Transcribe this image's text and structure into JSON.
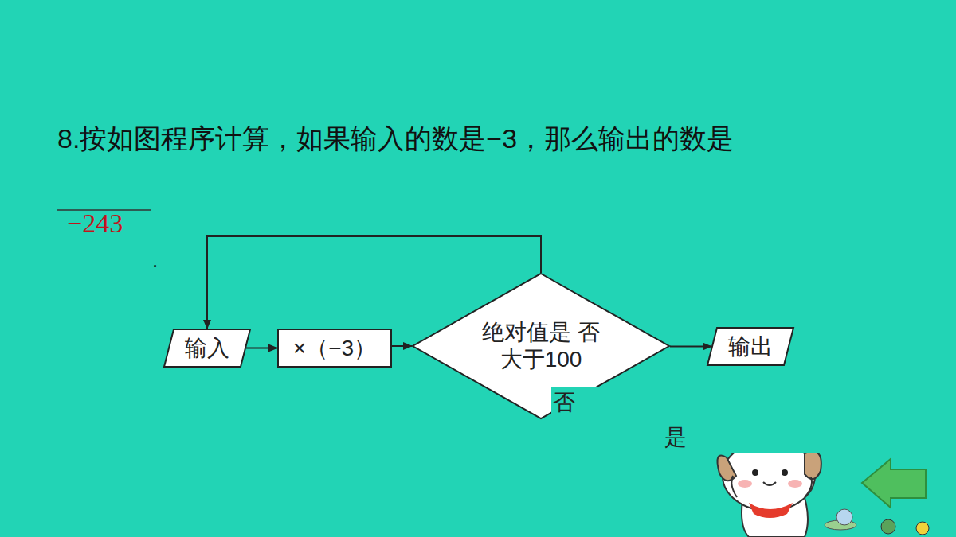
{
  "diagram": {
    "nodes": [
      {
        "text": [
          "输入"
        ]
      },
      {
        "text": [
          "×（−3）"
        ]
      },
      {
        "text": [
          "绝对值是 否大于100"
        ]
      },
      {
        "text": [
          "输出"
        ]
      }
    ],
    "edges": [
      {
        "from": 0,
        "to": 1,
        "arrow": "to"
      },
      {
        "from": 1,
        "to": 2,
        "arrow": "to"
      },
      {
        "from": 2,
        "to": 3,
        "label": "是",
        "arrow": "to"
      },
      {
        "from": 2,
        "to": 0,
        "label": "否",
        "arrow": "to"
      }
    ],
    "labels": [
      "8.按如图程序计算，如果输入的数是−3，那么输出的数是",
      "−243",
      ".",
      "返回"
    ]
  }
}
